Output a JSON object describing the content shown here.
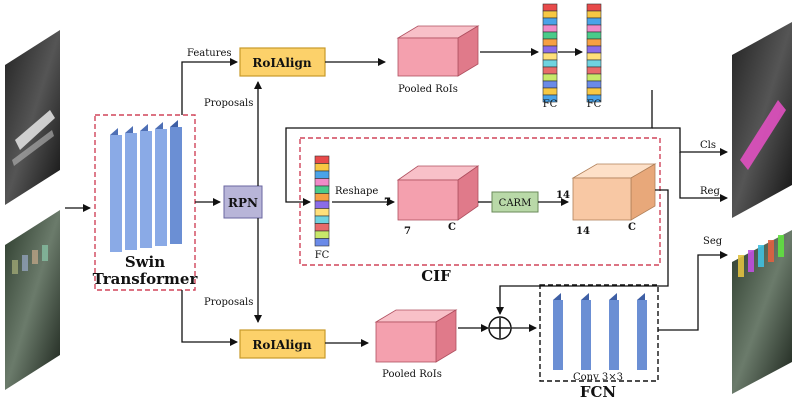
{
  "backbone": {
    "line1": "Swin",
    "line2": "Transformer"
  },
  "rpn": {
    "label": "RPN"
  },
  "roialign_top": {
    "label": "RoIAlign"
  },
  "roialign_bottom": {
    "label": "RoIAlign"
  },
  "labels": {
    "features": "Features",
    "proposals_top": "Proposals",
    "proposals_bottom": "Proposals",
    "pooled_top": "Pooled RoIs",
    "pooled_bottom": "Pooled RoIs",
    "fc1": "FC",
    "fc2": "FC",
    "fc_cif": "FC",
    "reshape": "Reshape",
    "dim7_left": "7",
    "dim7_bottom": "7",
    "dimC_first": "C",
    "dim14_left": "14",
    "dim14_bottom": "14",
    "dimC_second": "C",
    "carm": "CARM",
    "cif": "CIF",
    "conv": "Conv 3×3",
    "fcn": "FCN",
    "cls": "Cls",
    "reg": "Reg",
    "seg": "Seg"
  },
  "colors": {
    "dashed_red": "#d0455a",
    "roialign_fill": "#fcd16a",
    "roialign_stroke": "#c89a2a",
    "rpn_fill": "#b8b5d8",
    "cube_pink": "#f4a0ae",
    "cube_peach": "#f8c8a4",
    "carm_fill": "#b9d9a8",
    "backbone_blue": "#6b8fd4",
    "conv_blue": "#5b7fc8"
  },
  "fc_stripe_colors": [
    "#e84a4a",
    "#f7c843",
    "#4aa3e8",
    "#f08ac8",
    "#4acb8a",
    "#f7a043",
    "#8a6be8",
    "#ffe07a",
    "#6fd3e0",
    "#e86a6a",
    "#c8e86a",
    "#6a8ae8",
    "#f7c843",
    "#4aa3e8"
  ],
  "fcn_branch": "⊕",
  "icons": [
    "image-input-icon",
    "image-output-icon",
    "sum-icon"
  ]
}
